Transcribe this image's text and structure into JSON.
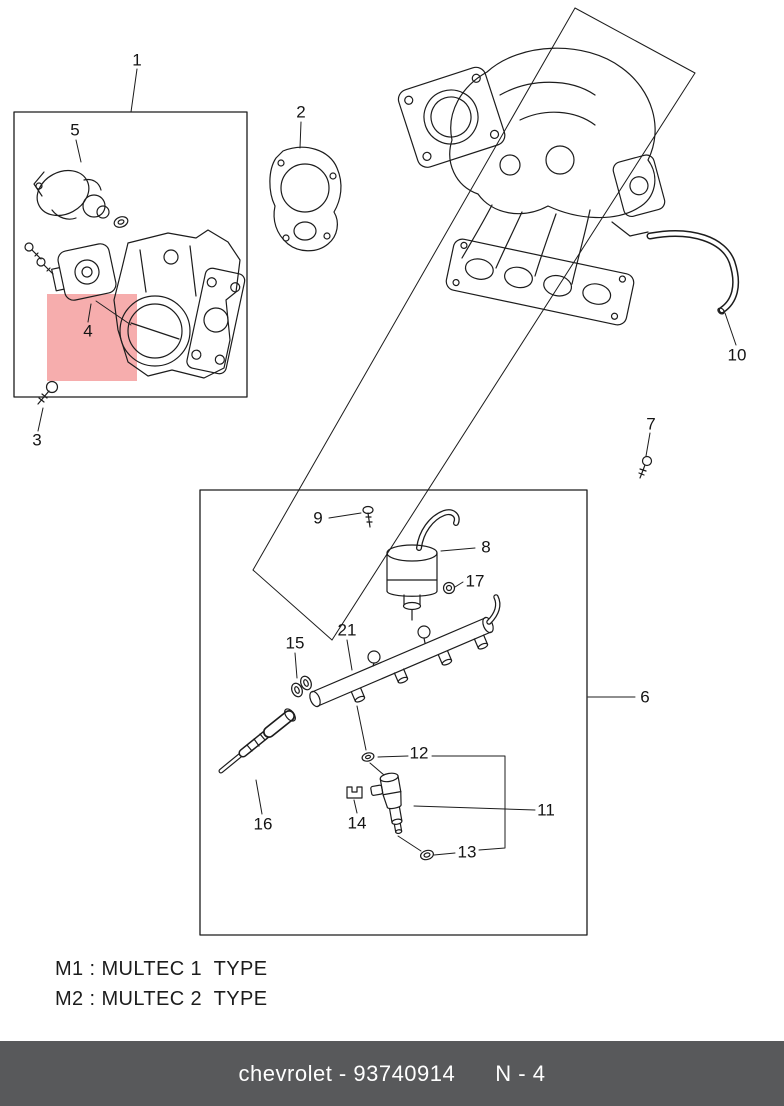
{
  "title": "Chevrolet parts diagram - throttle body, intake manifold and fuel rail",
  "colors": {
    "line": "#1c1c1c",
    "highlight": "#ef6a6a",
    "footer_bg": "#58595b",
    "footer_text": "#ffffff"
  },
  "callouts": {
    "c1": "1",
    "c2": "2",
    "c3": "3",
    "c4": "4",
    "c5": "5",
    "c6": "6",
    "c7": "7",
    "c8": "8",
    "c9": "9",
    "c10": "10",
    "c11": "11",
    "c12": "12",
    "c13": "13",
    "c14": "14",
    "c15": "15",
    "c16": "16",
    "c17": "17",
    "c21": "21"
  },
  "notes": {
    "line1": "M1 : MULTEC 1  TYPE",
    "line2": "M2 : MULTEC 2  TYPE"
  },
  "footer": {
    "catalog": "chevrolet - 93740914",
    "page": "N - 4"
  }
}
